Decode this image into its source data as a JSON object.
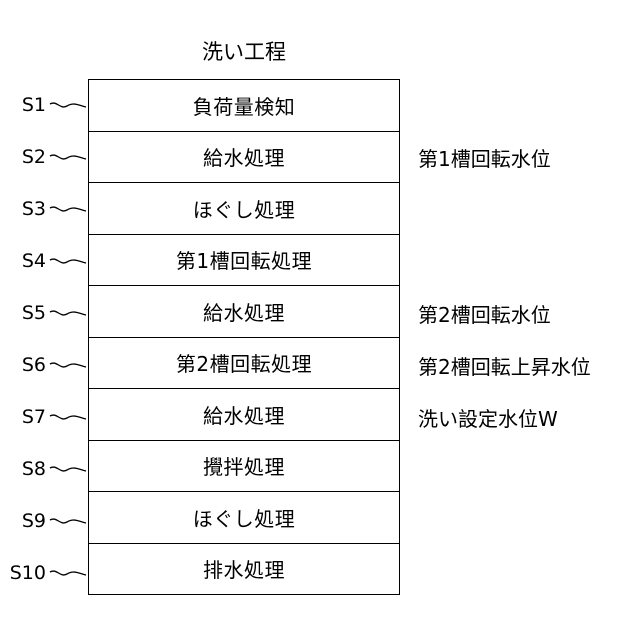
{
  "title": "洗い工程",
  "steps": [
    {
      "id": "S1",
      "label": "負荷量検知",
      "note": ""
    },
    {
      "id": "S2",
      "label": "給水処理",
      "note": "第1槽回転水位"
    },
    {
      "id": "S3",
      "label": "ほぐし処理",
      "note": ""
    },
    {
      "id": "S4",
      "label": "第1槽回転処理",
      "note": ""
    },
    {
      "id": "S5",
      "label": "給水処理",
      "note": "第2槽回転水位"
    },
    {
      "id": "S6",
      "label": "第2槽回転処理",
      "note": "第2槽回転上昇水位"
    },
    {
      "id": "S7",
      "label": "給水処理",
      "note": "洗い設定水位W"
    },
    {
      "id": "S8",
      "label": "攪拌処理",
      "note": ""
    },
    {
      "id": "S9",
      "label": "ほぐし処理",
      "note": ""
    },
    {
      "id": "S10",
      "label": "排水処理",
      "note": ""
    }
  ],
  "colors": {
    "line": "#000000",
    "background": "#ffffff",
    "text": "#000000"
  }
}
